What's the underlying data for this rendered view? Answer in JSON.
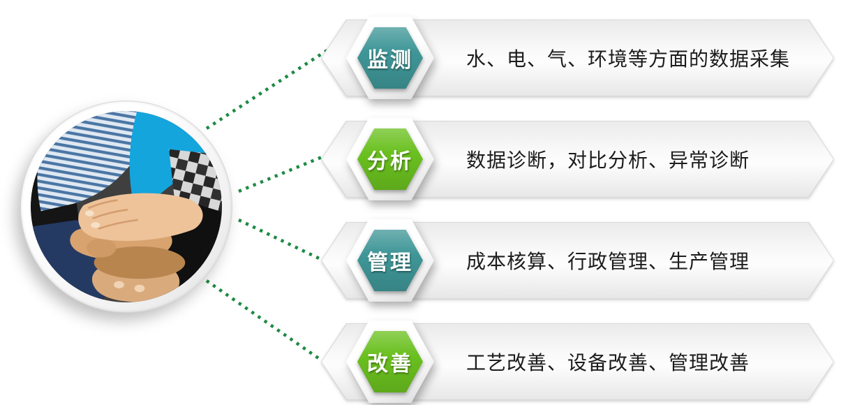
{
  "diagram": {
    "kind": "feature-list-infographic",
    "background": "#FFFFFF",
    "center_image": {
      "name": "teamwork-hands-photo",
      "description": "圆形照片：多只手叠放在一起，表示团队协作"
    },
    "colors": {
      "teal": "#3F9697",
      "green": "#6AC01F",
      "dot_green": "#1E8A44",
      "text_dark": "#1C1C1C",
      "banner_edge": "#D9D9D9",
      "white": "#FFFFFF"
    },
    "rows": [
      {
        "badge": "监测",
        "badge_color": "teal",
        "description": "水、电、气、环境等方面的数据采集"
      },
      {
        "badge": "分析",
        "badge_color": "green",
        "description": "数据诊断，对比分析、异常诊断"
      },
      {
        "badge": "管理",
        "badge_color": "teal",
        "description": "成本核算、行政管理、生产管理"
      },
      {
        "badge": "改善",
        "badge_color": "green",
        "description": "工艺改善、设备改善、管理改善"
      }
    ]
  }
}
